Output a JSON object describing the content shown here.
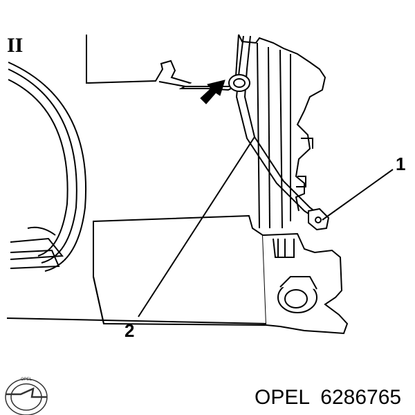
{
  "diagram": {
    "section_label": "II",
    "callouts": [
      {
        "number": "1",
        "target": "clip"
      },
      {
        "number": "2",
        "target": "hose"
      }
    ]
  },
  "caption": {
    "brand": "OPEL",
    "part_number": "6286765"
  },
  "logo": {
    "name": "opel-logo"
  },
  "colors": {
    "ink": "#000000",
    "paper": "#ffffff"
  }
}
